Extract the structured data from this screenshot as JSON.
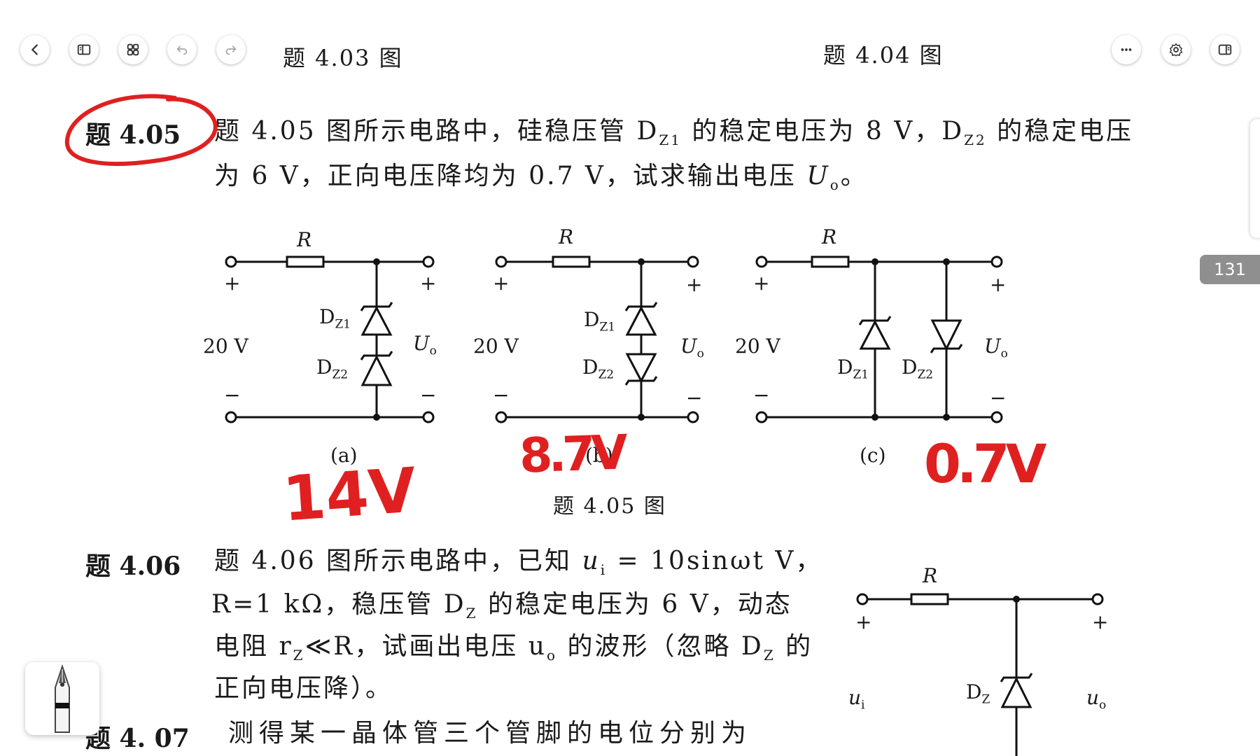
{
  "toolbar": {
    "left_buttons": [
      "back-icon",
      "toc-icon",
      "grid-icon",
      "undo-icon",
      "redo-icon"
    ],
    "right_buttons": [
      "more-icon",
      "gear-icon",
      "panel-icon"
    ]
  },
  "header": {
    "left_caption": "题 4.03 图",
    "right_caption": "题 4.04 图"
  },
  "problem_405": {
    "number": "题 4.05",
    "line1": "题 4.05 图所示电路中，硅稳压管 D",
    "line1_sub1": "Z1",
    "line1_mid": " 的稳定电压为 8 V，D",
    "line1_sub2": "Z2",
    "line1_end": " 的稳定电压",
    "line2_a": "为 6 V，正向电压降均为 0.7 V，试求输出电压 ",
    "line2_u": "U",
    "line2_sub": "o",
    "line2_end": "。"
  },
  "circuits": {
    "R": "R",
    "plus": "+",
    "minus": "−",
    "source": "20 V",
    "D": "D",
    "z1": "Z1",
    "z2": "Z2",
    "U": "U",
    "o": "o",
    "a": "(a)",
    "b": "(b)",
    "c": "(c)",
    "caption": "题 4.05 图"
  },
  "handwriting": {
    "a": "14V",
    "b": "8.7V",
    "c": "0.7V"
  },
  "problem_406": {
    "number": "题 4.06",
    "line1_a": "题 4.06 图所示电路中，已知 ",
    "line1_u": "u",
    "line1_sub": "i",
    "line1_end": " = 10sinωt V，",
    "line2": "R=1 kΩ，稳压管 D",
    "line2_sub": "Z",
    "line2_end": " 的稳定电压为 6 V，动态",
    "line3_a": "电阻 r",
    "line3_sub": "Z",
    "line3_mid": "≪R，试画出电压 u",
    "line3_sub2": "o",
    "line3_mid2": " 的波形（忽略 D",
    "line3_sub3": "Z",
    "line3_end": " 的",
    "line4": "正向电压降）。",
    "circuit_R": "R",
    "ui": "u",
    "ui_sub": "i",
    "uo": "u",
    "uo_sub": "o",
    "dz": "D",
    "dz_sub": "Z"
  },
  "problem_407": {
    "number": "题 4. 07",
    "text": "测得某一晶体管三个管脚的电位分别为"
  },
  "page_badge": "131",
  "colors": {
    "ink": "#e02020",
    "badge": "#8f8f8f"
  }
}
